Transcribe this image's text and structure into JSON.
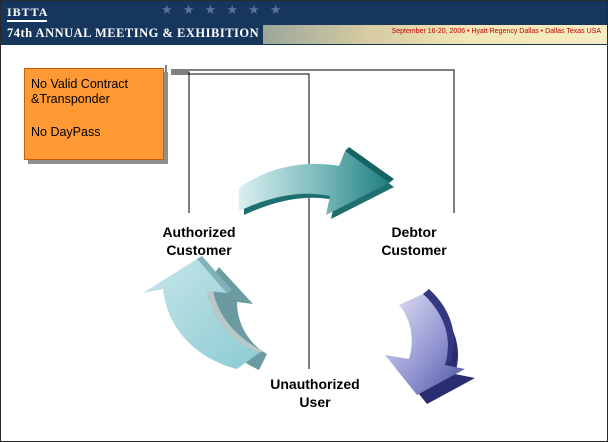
{
  "header": {
    "org": "IBTTA",
    "meeting": "74th ANNUAL MEETING & EXHIBITION",
    "event": "September 16-20, 2006 • Hyatt Regency Dallas • Dallas Texas USA",
    "stars": "★ ★ ★ ★ ★ ★"
  },
  "note": {
    "line1": "No Valid Contract &Transponder",
    "line2": "No DayPass"
  },
  "cycle": {
    "authorized": "Authorized\nCustomer",
    "debtor": "Debtor\nCustomer",
    "unauthorized": "Unauthorized\nUser"
  },
  "colors": {
    "header_bg": "#17365d",
    "note_bg": "#ff9933",
    "arrow_teal": "#2f8f8f",
    "arrow_lightblue": "#a9d7dc",
    "arrow_purple": "#5055a8"
  }
}
